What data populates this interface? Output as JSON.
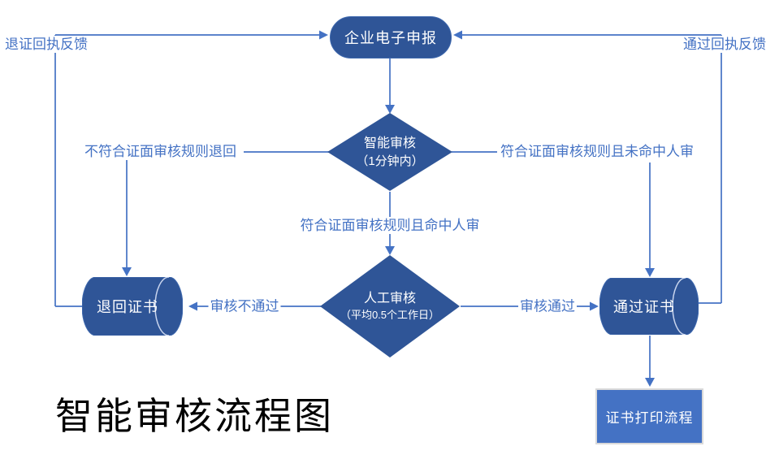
{
  "title": "智能审核流程图",
  "colors": {
    "accent": "#4472C4",
    "node-fill": "#2F5597",
    "node-stroke": "#3E68AE",
    "rim": "#C9D5EE",
    "rect-fill": "#4472C4",
    "rect-border": "#D9D9D9",
    "label": "#4472C4",
    "title-color": "#000000"
  },
  "nodes": {
    "enterprise_declaration": {
      "label": "企业电子申报",
      "shape": "stadium"
    },
    "smart_review": {
      "line1": "智能审核",
      "line2": "（1分钟内）",
      "shape": "diamond"
    },
    "manual_review": {
      "line1": "人工审核",
      "line2": "（平均0.5个工作日）",
      "shape": "diamond"
    },
    "returned_certificate": {
      "label": "退回证书",
      "shape": "cylinder"
    },
    "passed_certificate": {
      "label": "通过证书",
      "shape": "cylinder"
    },
    "certificate_printing": {
      "label": "证书打印流程",
      "shape": "rectangle"
    }
  },
  "edge_labels": {
    "return_receipt": "退证回执反馈",
    "pass_receipt": "通过回执反馈",
    "rule_fail_return": "不符合证面审核规则退回",
    "rule_pass_no_manual": "符合证面审核规则且未命中人审",
    "rule_pass_manual_hit": "符合证面审核规则且命中人审",
    "manual_fail": "审核不通过",
    "manual_pass": "审核通过"
  }
}
